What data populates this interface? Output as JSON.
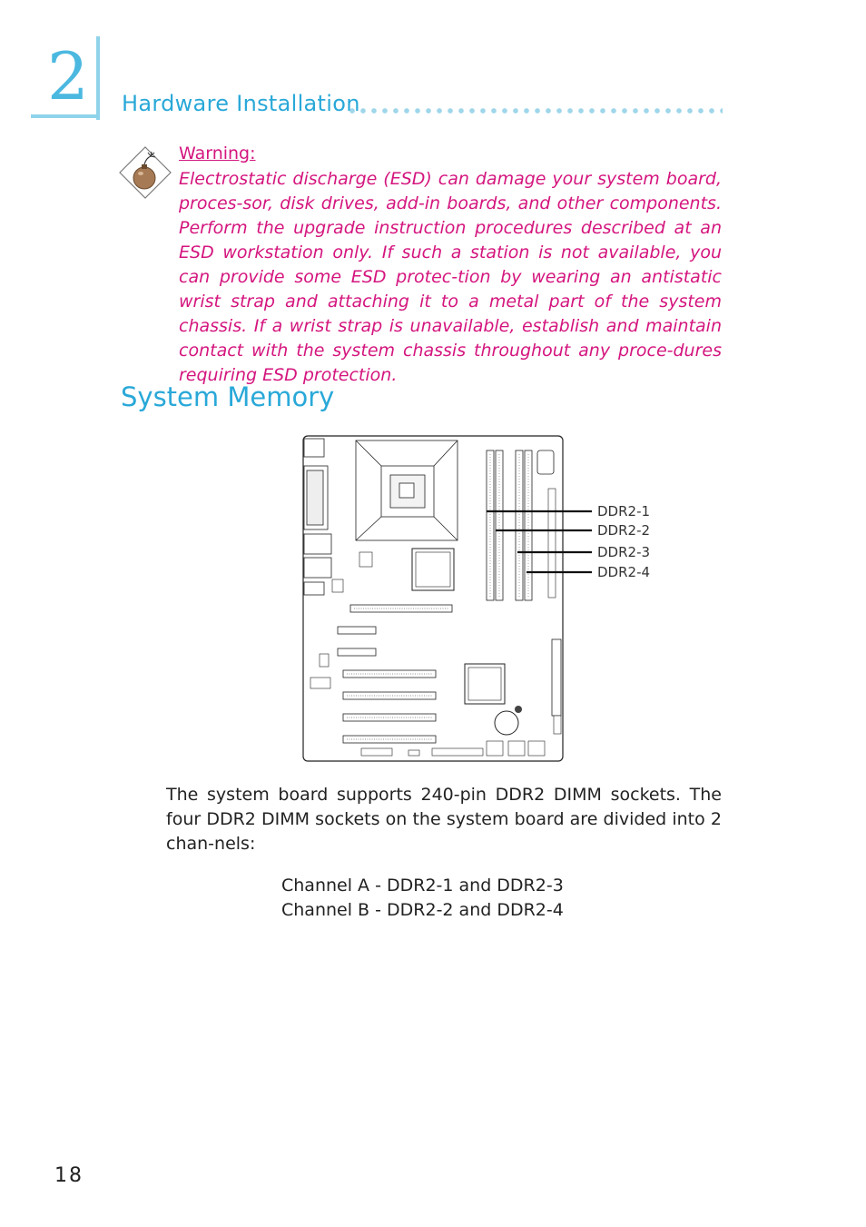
{
  "header": {
    "chapter_number": "2",
    "section_title": "Hardware Installation"
  },
  "warning": {
    "label": "Warning:",
    "text": "Electrostatic discharge (ESD) can damage your system board, proces-sor, disk drives, add-in boards, and other components. Perform the upgrade instruction procedures described at an ESD workstation only. If such a station is not available, you can provide some ESD protec-tion by wearing an antistatic wrist strap and attaching it to a metal part of the system chassis. If a wrist strap is unavailable, establish and maintain contact with the system chassis throughout any proce-dures requiring ESD protection.",
    "icon": "bomb-warning-icon"
  },
  "section": {
    "title": "System Memory"
  },
  "figure": {
    "labels": [
      "DDR2-1",
      "DDR2-2",
      "DDR2-3",
      "DDR2-4"
    ]
  },
  "body": {
    "paragraph": "The system board supports 240-pin DDR2 DIMM sockets. The four DDR2 DIMM sockets on the system board are divided into 2 chan-nels:",
    "channel_a": "Channel A - DDR2-1 and DDR2-3",
    "channel_b": "Channel B - DDR2-2 and DDR2-4"
  },
  "footer": {
    "page_number": "18"
  },
  "colors": {
    "accent": "#29a8d8",
    "warning": "#d4157e"
  }
}
